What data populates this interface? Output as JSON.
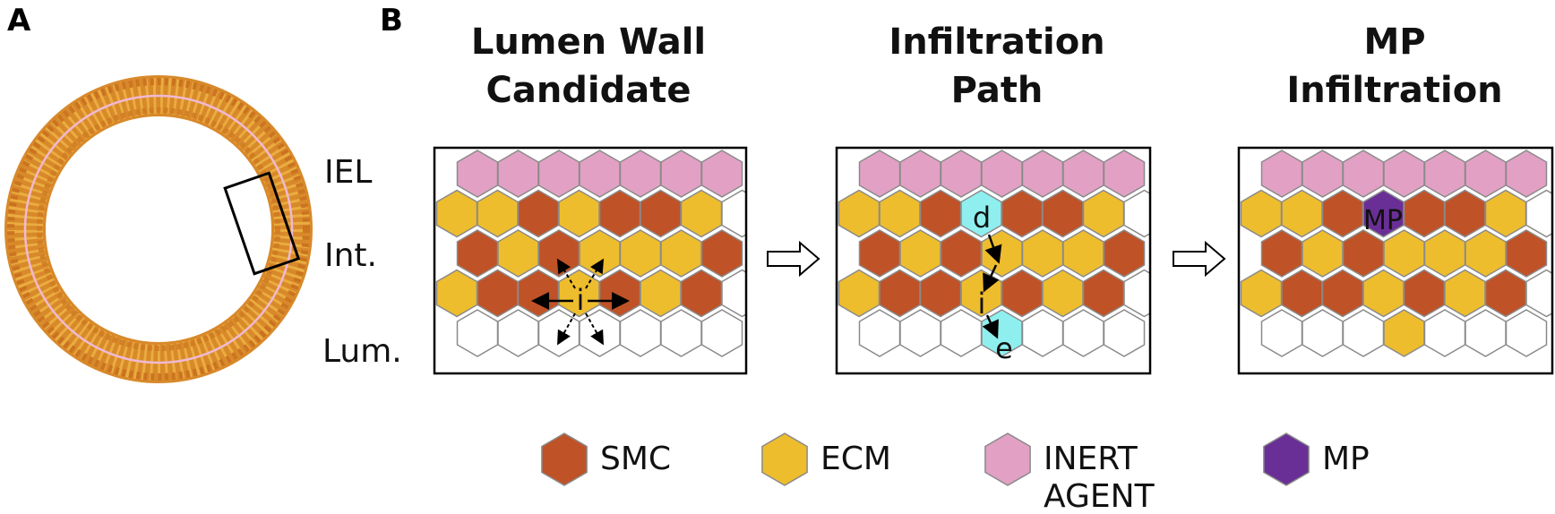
{
  "panel_labels": {
    "a": "A",
    "b": "B"
  },
  "titles": [
    {
      "line1": "Lumen Wall",
      "line2": "Candidate"
    },
    {
      "line1": "Infiltration",
      "line2": "Path"
    },
    {
      "line1": "MP",
      "line2": "Infiltration"
    }
  ],
  "layer_labels": {
    "iel": "IEL",
    "intima": "Int.",
    "lumen": "Lum."
  },
  "cell_labels": {
    "candidate": "i",
    "departure": "d",
    "exit": "e",
    "mp": "MP"
  },
  "legend": [
    {
      "label": "SMC",
      "color": "#c05227"
    },
    {
      "label": "ECM",
      "color": "#eebd2d"
    },
    {
      "label": "INERT",
      "label2": "AGENT",
      "color": "#e2a1c4"
    },
    {
      "label": "MP",
      "color": "#6a2f96"
    }
  ],
  "colors": {
    "smc": "#c05227",
    "ecm": "#eebd2d",
    "inert": "#e2a1c4",
    "mp": "#6a2f96",
    "path": "#8fefef",
    "lumen": "#ffffff",
    "ring_outer": "#d98a2a",
    "ring_inner": "#e8a432",
    "iel_line": "#e9a7c8"
  },
  "grids": {
    "panel1": [
      [
        "inert",
        "inert",
        "inert",
        "inert",
        "inert",
        "inert",
        "inert"
      ],
      [
        "ecm",
        "ecm",
        "smc",
        "ecm",
        "smc",
        "smc",
        "ecm",
        "lumen"
      ],
      [
        "smc",
        "ecm",
        "smc",
        "ecm",
        "ecm",
        "ecm",
        "smc"
      ],
      [
        "ecm",
        "smc",
        "smc",
        "ecm",
        "smc",
        "ecm",
        "smc",
        "lumen"
      ],
      [
        "lumen",
        "lumen",
        "lumen",
        "lumen",
        "lumen",
        "lumen",
        "lumen"
      ]
    ],
    "panel2": [
      [
        "inert",
        "inert",
        "inert",
        "inert",
        "inert",
        "inert",
        "inert"
      ],
      [
        "ecm",
        "ecm",
        "smc",
        "path",
        "smc",
        "smc",
        "ecm",
        "lumen"
      ],
      [
        "smc",
        "ecm",
        "smc",
        "ecm",
        "ecm",
        "ecm",
        "smc"
      ],
      [
        "ecm",
        "smc",
        "smc",
        "ecm",
        "smc",
        "ecm",
        "smc",
        "lumen"
      ],
      [
        "lumen",
        "lumen",
        "lumen",
        "path",
        "lumen",
        "lumen",
        "lumen"
      ]
    ],
    "panel3": [
      [
        "inert",
        "inert",
        "inert",
        "inert",
        "inert",
        "inert",
        "inert"
      ],
      [
        "ecm",
        "ecm",
        "smc",
        "mp",
        "smc",
        "smc",
        "ecm",
        "lumen"
      ],
      [
        "smc",
        "ecm",
        "smc",
        "ecm",
        "ecm",
        "ecm",
        "smc"
      ],
      [
        "ecm",
        "smc",
        "smc",
        "ecm",
        "smc",
        "ecm",
        "smc",
        "lumen"
      ],
      [
        "lumen",
        "lumen",
        "lumen",
        "ecm",
        "lumen",
        "lumen",
        "lumen"
      ]
    ]
  }
}
